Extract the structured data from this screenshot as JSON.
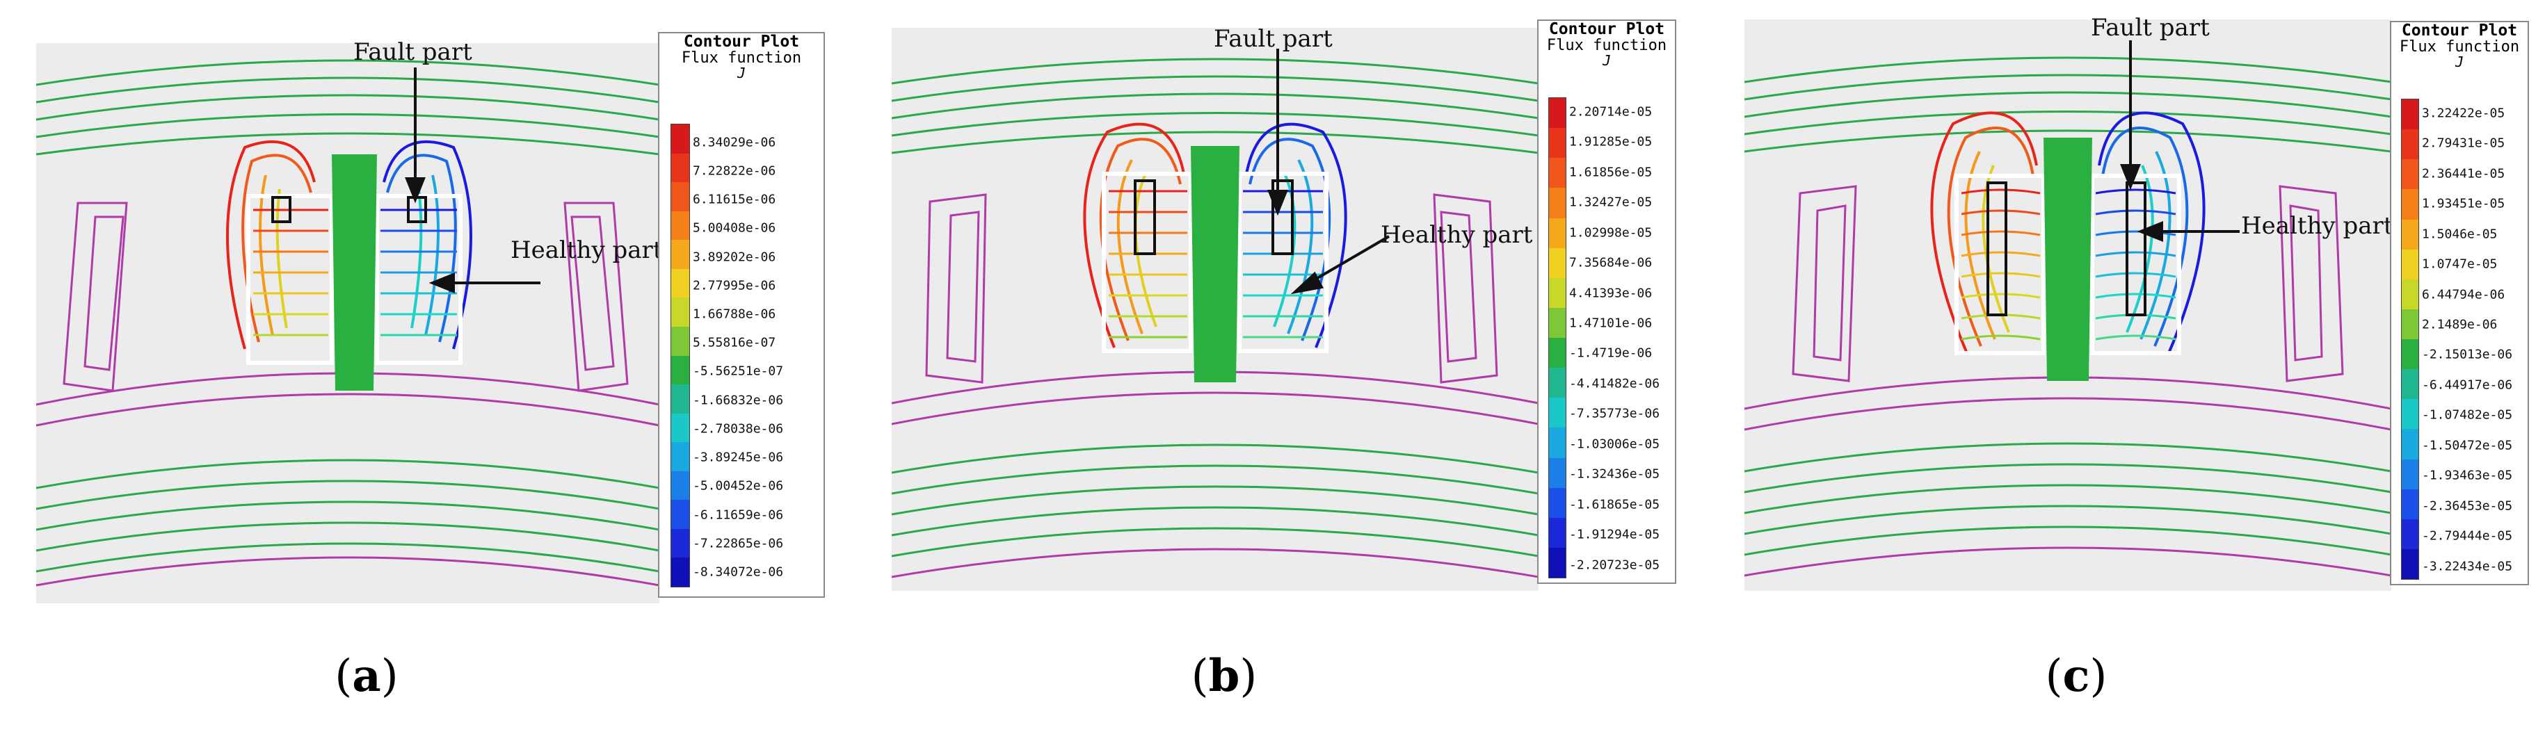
{
  "panels": [
    {
      "caption_open": "(",
      "caption_letter": "a",
      "caption_close": ")",
      "legend": {
        "title": "Contour Plot",
        "subtitle": "Flux function",
        "symbol": "J",
        "ticks": [
          "8.34029e-06",
          "7.22822e-06",
          "6.11615e-06",
          "5.00408e-06",
          "3.89202e-06",
          "2.77995e-06",
          "1.66788e-06",
          "5.55816e-07",
          "-5.56251e-07",
          "-1.66832e-06",
          "-2.78038e-06",
          "-3.89245e-06",
          "-5.00452e-06",
          "-6.11659e-06",
          "-7.22865e-06",
          "-8.34072e-06"
        ]
      },
      "annotations": {
        "fault": "Fault part",
        "healthy": "Healthy part"
      }
    },
    {
      "caption_open": "(",
      "caption_letter": "b",
      "caption_close": ")",
      "legend": {
        "title": "Contour Plot",
        "subtitle": "Flux function",
        "symbol": "J",
        "ticks": [
          "2.20714e-05",
          "1.91285e-05",
          "1.61856e-05",
          "1.32427e-05",
          "1.02998e-05",
          "7.35684e-06",
          "4.41393e-06",
          "1.47101e-06",
          "-1.4719e-06",
          "-4.41482e-06",
          "-7.35773e-06",
          "-1.03006e-05",
          "-1.32436e-05",
          "-1.61865e-05",
          "-1.91294e-05",
          "-2.20723e-05"
        ]
      },
      "annotations": {
        "fault": "Fault part",
        "healthy": "Healthy part"
      }
    },
    {
      "caption_open": "(",
      "caption_letter": "c",
      "caption_close": ")",
      "legend": {
        "title": "Contour Plot",
        "subtitle": "Flux function",
        "symbol": "J",
        "ticks": [
          "3.22422e-05",
          "2.79431e-05",
          "2.36441e-05",
          "1.93451e-05",
          "1.5046e-05",
          "1.0747e-05",
          "6.44794e-06",
          "2.1489e-06",
          "-2.15013e-06",
          "-6.44917e-06",
          "-1.07482e-05",
          "-1.50472e-05",
          "-1.93463e-05",
          "-2.36453e-05",
          "-2.79444e-05",
          "-3.22434e-05"
        ]
      },
      "annotations": {
        "fault": "Fault part",
        "healthy": "Healthy part"
      }
    }
  ],
  "colors": {
    "background": "#ececec",
    "outline": "#b03aa8",
    "red": "#e8241a",
    "blue": "#1a1ae0",
    "green": "#2aa84a"
  }
}
